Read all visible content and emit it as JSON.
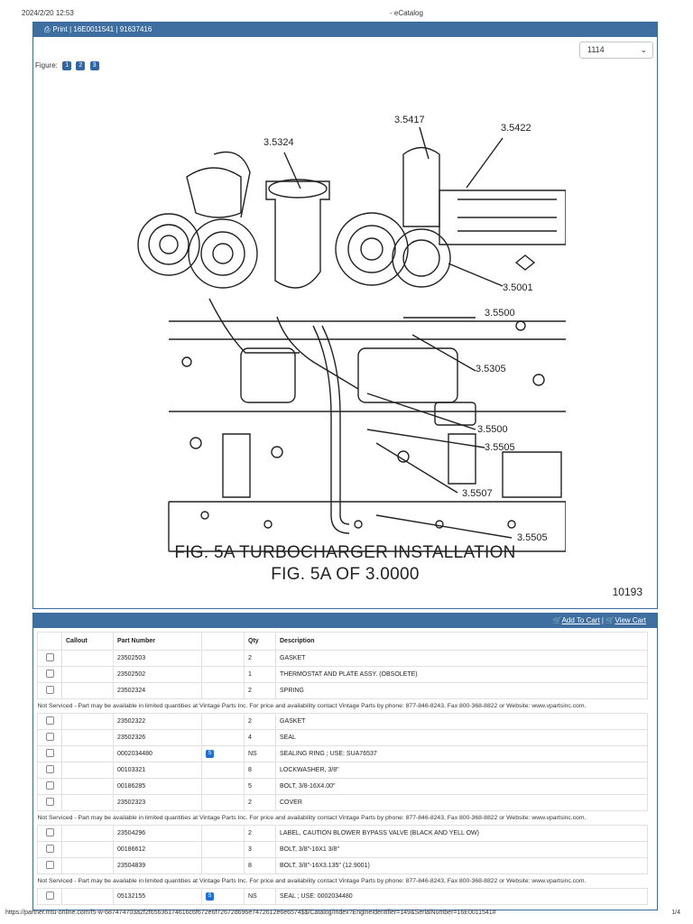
{
  "print_header": {
    "timestamp": "2024/2/20 12:53",
    "title": "- eCatalog"
  },
  "print_footer": {
    "url": "https://partner.mtu-online.com/f5-w-687474703a2f2f65636174616c6f672e6f72672d696e7472612e6e6574$$/Catalog/Index?EngineIdentifier=149&SerialNumber=16E0011541#",
    "page": "1/4"
  },
  "figure_panel": {
    "print_label": "Print",
    "serials": "| 16E0011541 | 91637416",
    "select_value": "1114",
    "figure_label": "Figure:",
    "figure_buttons": [
      "1",
      "2",
      "3"
    ],
    "callouts": [
      "3.5324",
      "3.5417",
      "3.5422",
      "3.5001",
      "3.5500",
      "3.5305",
      "3.5500",
      "3.5505",
      "3.5507",
      "3.5505"
    ],
    "caption_line1": "FIG. 5A  TURBOCHARGER INSTALLATION",
    "caption_line2": "FIG. 5A OF 3.0000",
    "drawing_number": "10193"
  },
  "parts_panel": {
    "add_to_cart": "Add To Cart",
    "view_cart": "View Cart",
    "separator": "|",
    "headers": [
      "Callout",
      "Part Number",
      "Qty",
      "Description"
    ],
    "service_button": "S",
    "note": "Not Serviced - Part may be available in limited quantities at Vintage Parts Inc. For price and availability contact Vintage Parts by phone: 877-846-8243, Fax 800-368-8822 or Website: www.vpartsinc.com.",
    "rows": [
      {
        "part": "23502503",
        "qty": "2",
        "desc": "GASKET",
        "service": false
      },
      {
        "part": "23502502",
        "qty": "1",
        "desc": "THERMOSTAT AND PLATE ASSY. (OBSOLETE)",
        "service": false
      },
      {
        "part": "23502324",
        "qty": "2",
        "desc": "SPRING",
        "service": false
      },
      {
        "part": "23502322",
        "qty": "2",
        "desc": "GASKET",
        "service": false
      },
      {
        "part": "23502326",
        "qty": "4",
        "desc": "SEAL",
        "service": false
      },
      {
        "part": "0002034480",
        "qty": "NS",
        "desc": "SEALING RING ; USE: SUA76537",
        "service": true
      },
      {
        "part": "00103321",
        "qty": "8",
        "desc": "LOCKWASHER, 3/8\"",
        "service": false
      },
      {
        "part": "00186285",
        "qty": "5",
        "desc": "BOLT, 3/8-16X4.00\"",
        "service": false
      },
      {
        "part": "23502323",
        "qty": "2",
        "desc": "COVER",
        "service": false
      },
      {
        "part": "23504296",
        "qty": "2",
        "desc": "LABEL, CAUTION BLOWER BYPASS VALVE (BLACK AND YELL OW)",
        "service": false
      },
      {
        "part": "00186612",
        "qty": "3",
        "desc": "BOLT, 3/8\"-16X1 3/8\"",
        "service": false
      },
      {
        "part": "23504839",
        "qty": "8",
        "desc": "BOLT, 3/8\"-16X3.135\" (12.9001)",
        "service": false
      },
      {
        "part": "05132155",
        "qty": "NS",
        "desc": "SEAL ; USE: 0002034480",
        "service": true
      }
    ]
  }
}
